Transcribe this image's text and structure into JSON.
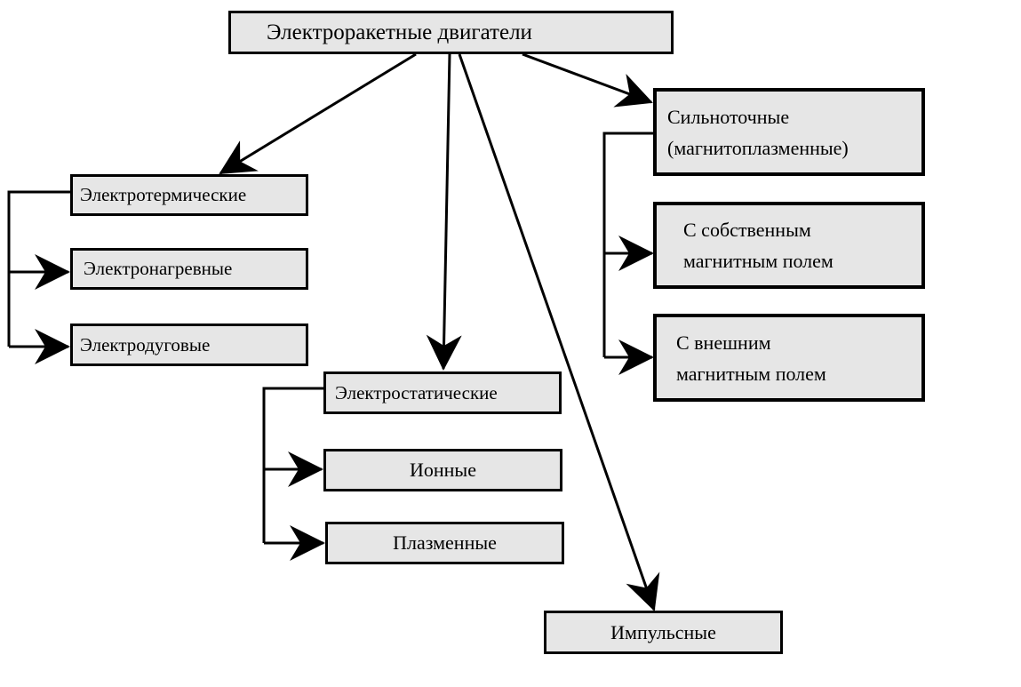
{
  "diagram": {
    "root": "Электроракетные двигатели",
    "electrothermal": {
      "title": "Электротермические",
      "children": [
        "Электронагревные",
        "Электродуговые"
      ]
    },
    "electrostatic": {
      "title": "Электростатические",
      "children": [
        "Ионные",
        "Плазменные"
      ]
    },
    "pulse": "Импульсные",
    "high_current": {
      "title_line1": "Сильноточные",
      "title_line2": "(магнитоплазменные)",
      "children": [
        {
          "line1": "С собственным",
          "line2": "магнитным полем"
        },
        {
          "line1": "С внешним",
          "line2": "магнитным полем"
        }
      ]
    }
  },
  "colors": {
    "box_fill": "#e6e6e6",
    "stroke": "#000000"
  }
}
